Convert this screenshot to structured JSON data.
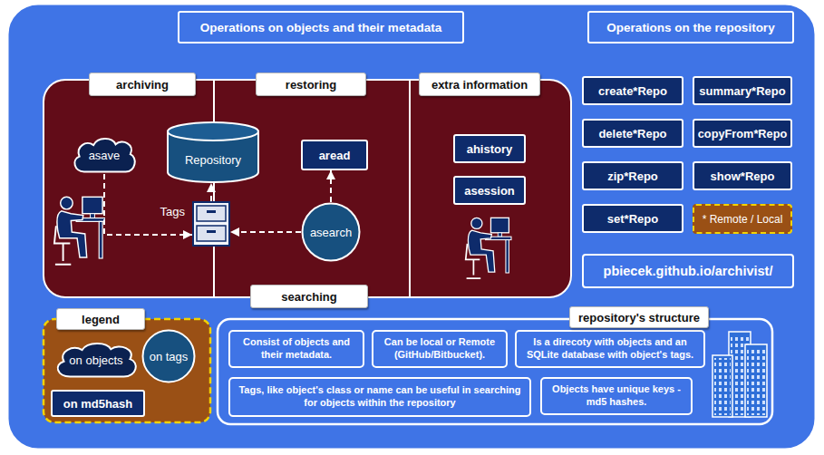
{
  "diagram": {
    "nodes": [
      {
        "text": [
          "Operations on objects and their metadata"
        ]
      },
      {
        "text": [
          "archiving"
        ]
      },
      {
        "text": [
          "asave"
        ],
        "in": 1
      },
      {
        "text": [
          "Repository"
        ],
        "in": 1
      },
      {
        "text": [
          "Tags"
        ],
        "in": 1
      },
      {
        "text": [
          "restoring"
        ]
      },
      {
        "text": [
          "aread"
        ],
        "in": 5
      },
      {
        "text": [
          "asearch"
        ],
        "in": 5
      },
      {
        "text": [
          "extra information"
        ]
      },
      {
        "text": [
          "ahistory"
        ],
        "in": 8
      },
      {
        "text": [
          "asession"
        ],
        "in": 8
      },
      {
        "text": [
          "searching"
        ]
      },
      {
        "text": [
          "Operations on the repository"
        ]
      },
      {
        "text": [
          "create*Repo"
        ]
      },
      {
        "text": [
          "summary*Repo"
        ]
      },
      {
        "text": [
          "delete*Repo"
        ]
      },
      {
        "text": [
          "copyFrom*Repo"
        ]
      },
      {
        "text": [
          "zip*Repo"
        ]
      },
      {
        "text": [
          "show*Repo"
        ]
      },
      {
        "text": [
          "set*Repo"
        ]
      },
      {
        "text": [
          "* Remote / Local"
        ]
      },
      {
        "text": [
          "pbiecek.github.io/archivist/"
        ]
      },
      {
        "text": [
          "repository's structure"
        ]
      },
      {
        "text": [
          "Consist of objects and their metadata."
        ],
        "in": 22
      },
      {
        "text": [
          "Can be local or Remote (GitHub/Bitbucket)."
        ],
        "in": 22
      },
      {
        "text": [
          "Is a direcoty with objects and an SQLite database with object's tags."
        ],
        "in": 22
      },
      {
        "text": [
          "Tags, like object's class or name can be useful in searching for objects within the repository"
        ],
        "in": 22
      },
      {
        "text": [
          "Objects have unique keys - md5 hashes."
        ],
        "in": 22
      }
    ],
    "edges": [
      {
        "from": 2,
        "to": 4,
        "arrow": "to"
      },
      {
        "from": 4,
        "to": 3,
        "arrow": "to"
      },
      {
        "from": 7,
        "to": 4,
        "arrow": "to"
      },
      {
        "from": 7,
        "to": 6,
        "arrow": "to"
      }
    ],
    "labels": [
      "legend"
    ],
    "legend": [
      {
        "text": "on objects"
      },
      {
        "text": "on tags"
      },
      {
        "text": "on md5hash"
      }
    ]
  }
}
